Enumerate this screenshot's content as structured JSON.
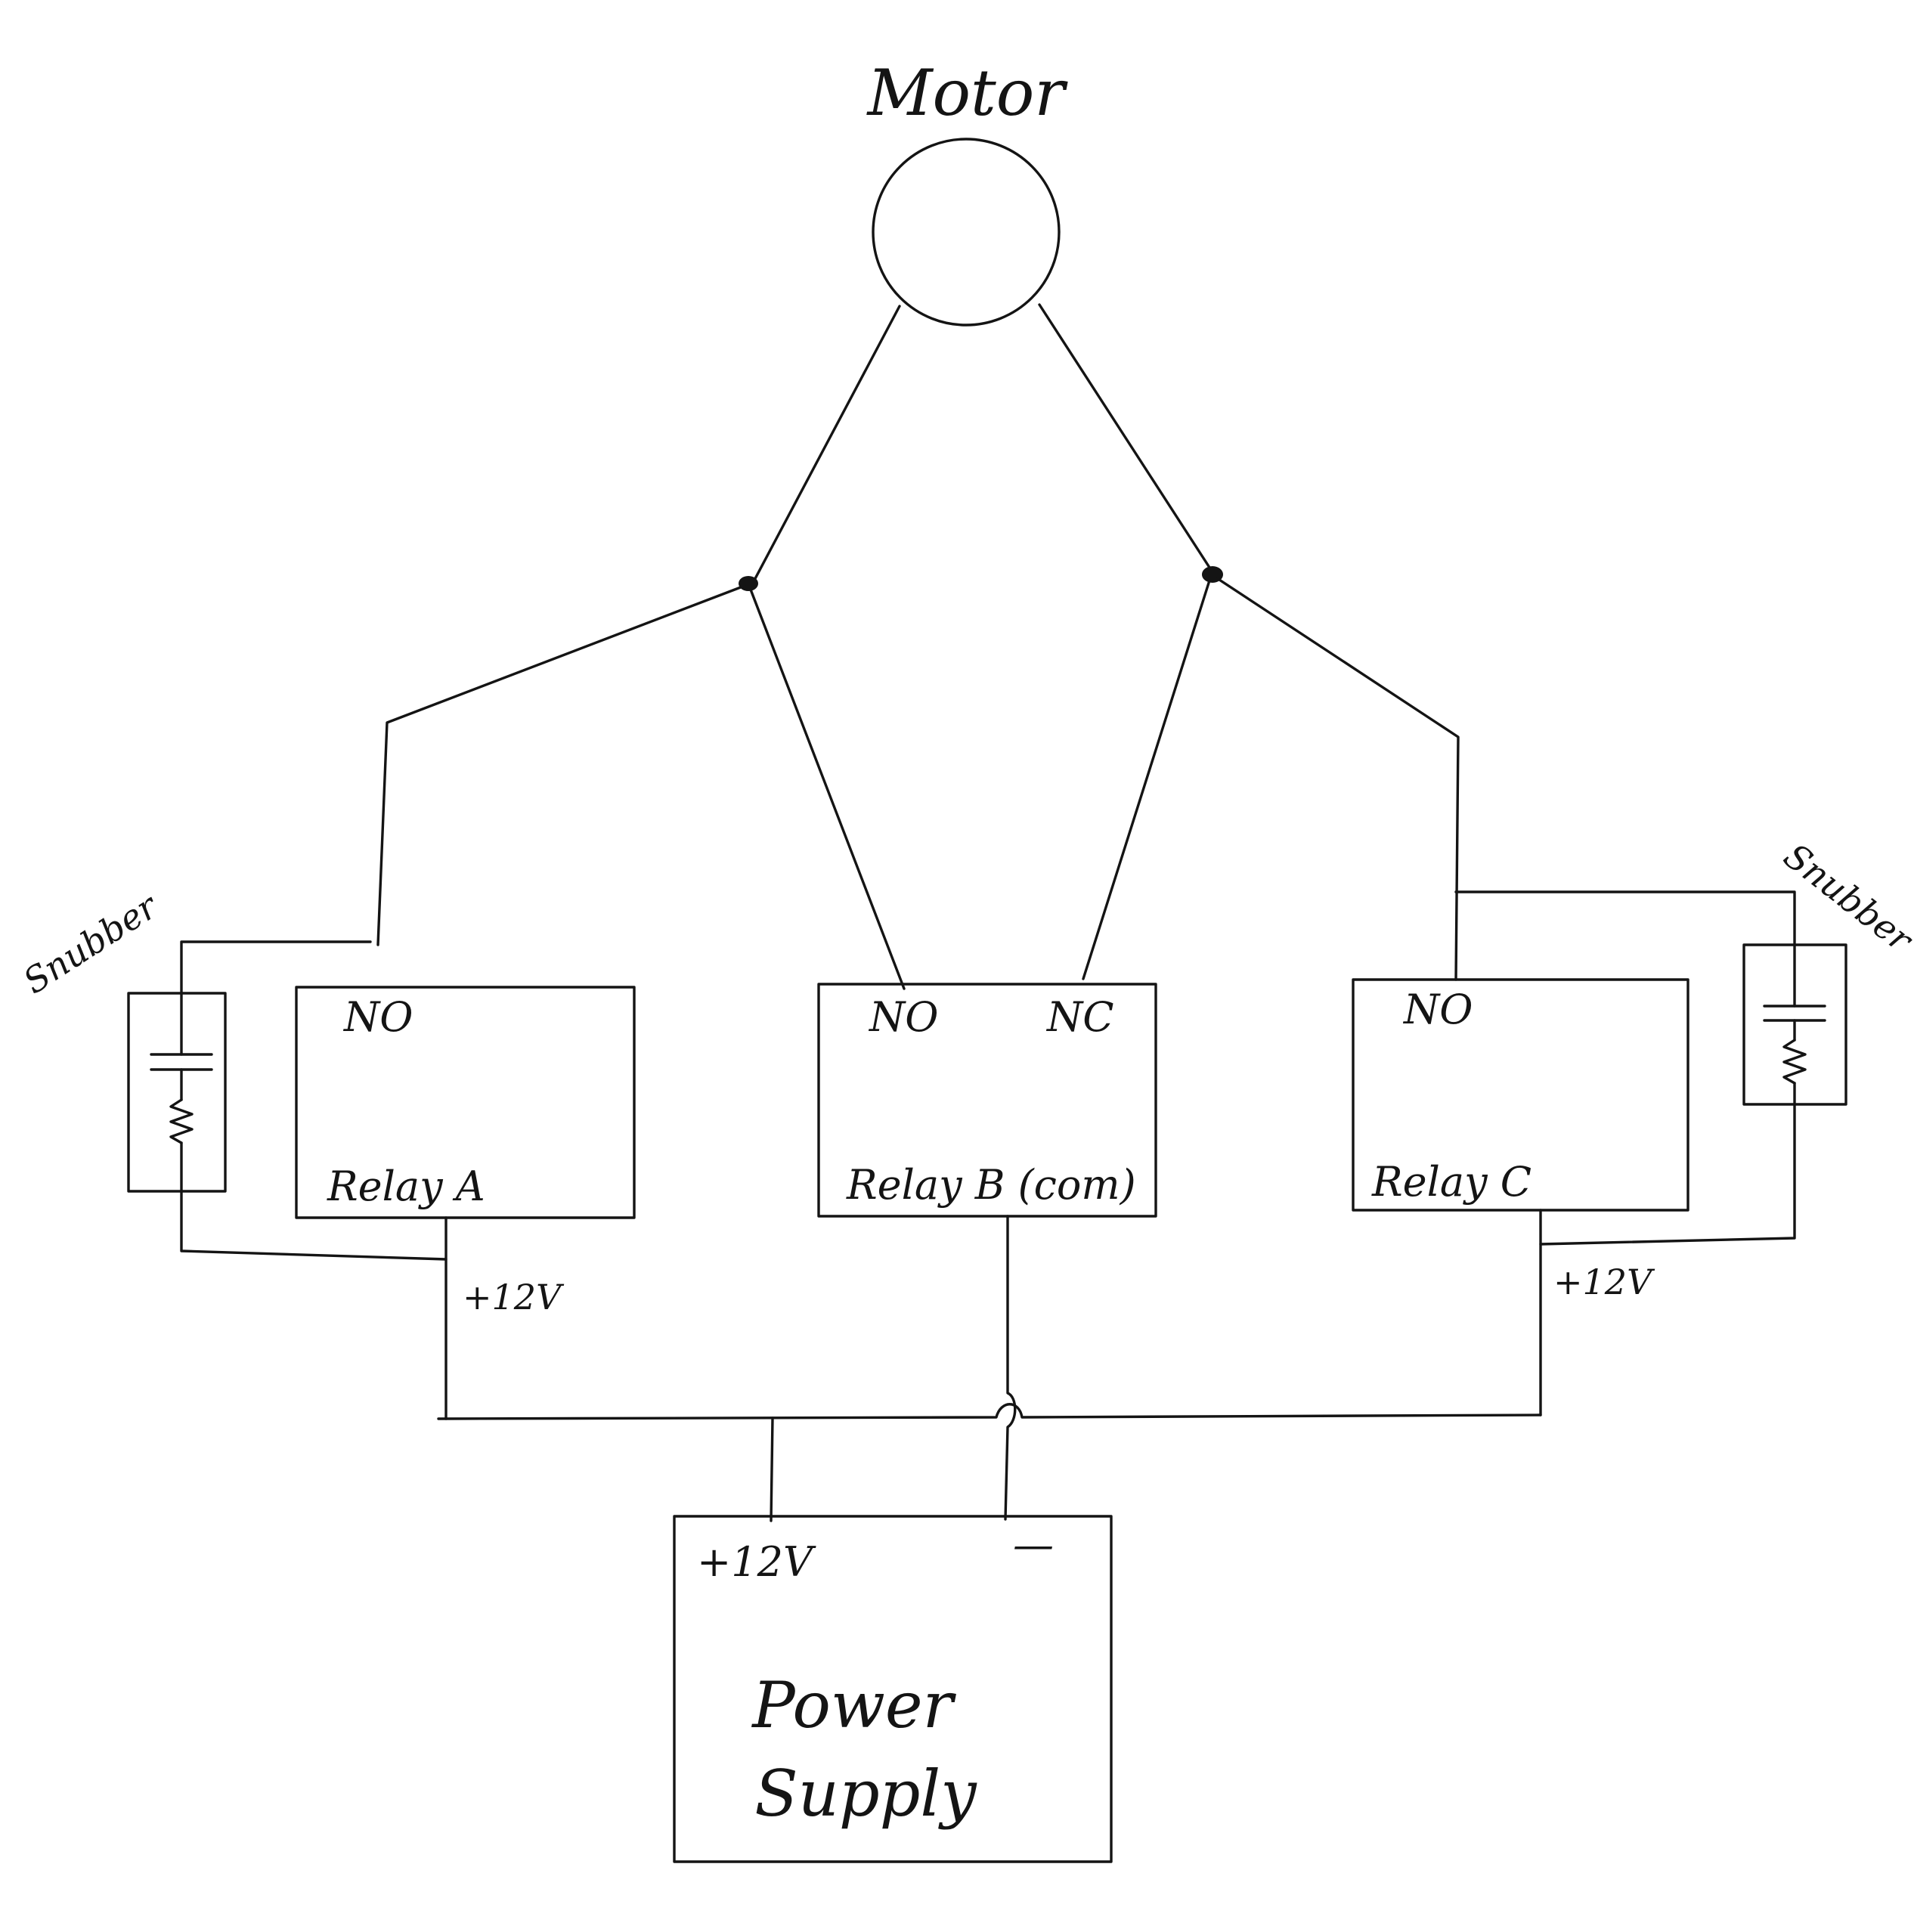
{
  "diagram": {
    "motor": {
      "label": "Motor"
    },
    "relays": [
      {
        "id": "relay-a",
        "label": "Relay A",
        "terminals": [
          "NO"
        ]
      },
      {
        "id": "relay-b",
        "label": "Relay B (com)",
        "terminals": [
          "NO",
          "NC"
        ]
      },
      {
        "id": "relay-c",
        "label": "Relay C",
        "terminals": [
          "NO"
        ]
      }
    ],
    "snubbers": [
      {
        "id": "snubber-left",
        "label": "Snubber"
      },
      {
        "id": "snubber-right",
        "label": "Snubber"
      }
    ],
    "voltage_labels": [
      "+12V",
      "+12V"
    ],
    "power_supply": {
      "label_line1": "Power",
      "label_line2": "Supply",
      "positive_terminal": "+12V",
      "negative_terminal": "—"
    }
  }
}
